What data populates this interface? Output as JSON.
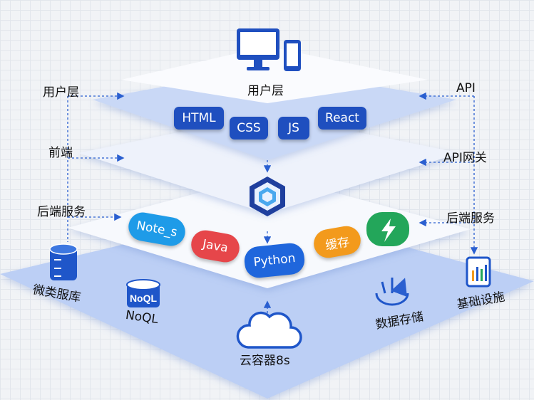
{
  "layers": {
    "user": {
      "label": "用户层",
      "center_label": "用户层",
      "tags": [
        "HTML",
        "CSS",
        "JS",
        "React"
      ]
    },
    "frontend": {
      "label": "前端"
    },
    "backend": {
      "label": "后端服务",
      "chips": [
        "Note_s",
        "Java",
        "Python",
        "缓存"
      ]
    },
    "infra": {
      "items": [
        "微类服库",
        "NoQL",
        "云容器8s",
        "数据存储",
        "基础设施"
      ]
    }
  },
  "right_labels": {
    "api": "API",
    "gateway": "API网关",
    "backend": "后端服务"
  },
  "icons": [
    "monitor-icon",
    "phone-icon",
    "hexagon-icon",
    "lightning-icon",
    "database-icon",
    "nosql-icon",
    "cloud-icon",
    "data-storage-icon",
    "infrastructure-icon"
  ],
  "colors": {
    "primary": "#1f56c9",
    "java": "#e6464a",
    "note": "#1e9be8",
    "cache": "#f39a1c",
    "green": "#23a65a",
    "plane_blue": "#b9cdf5"
  }
}
